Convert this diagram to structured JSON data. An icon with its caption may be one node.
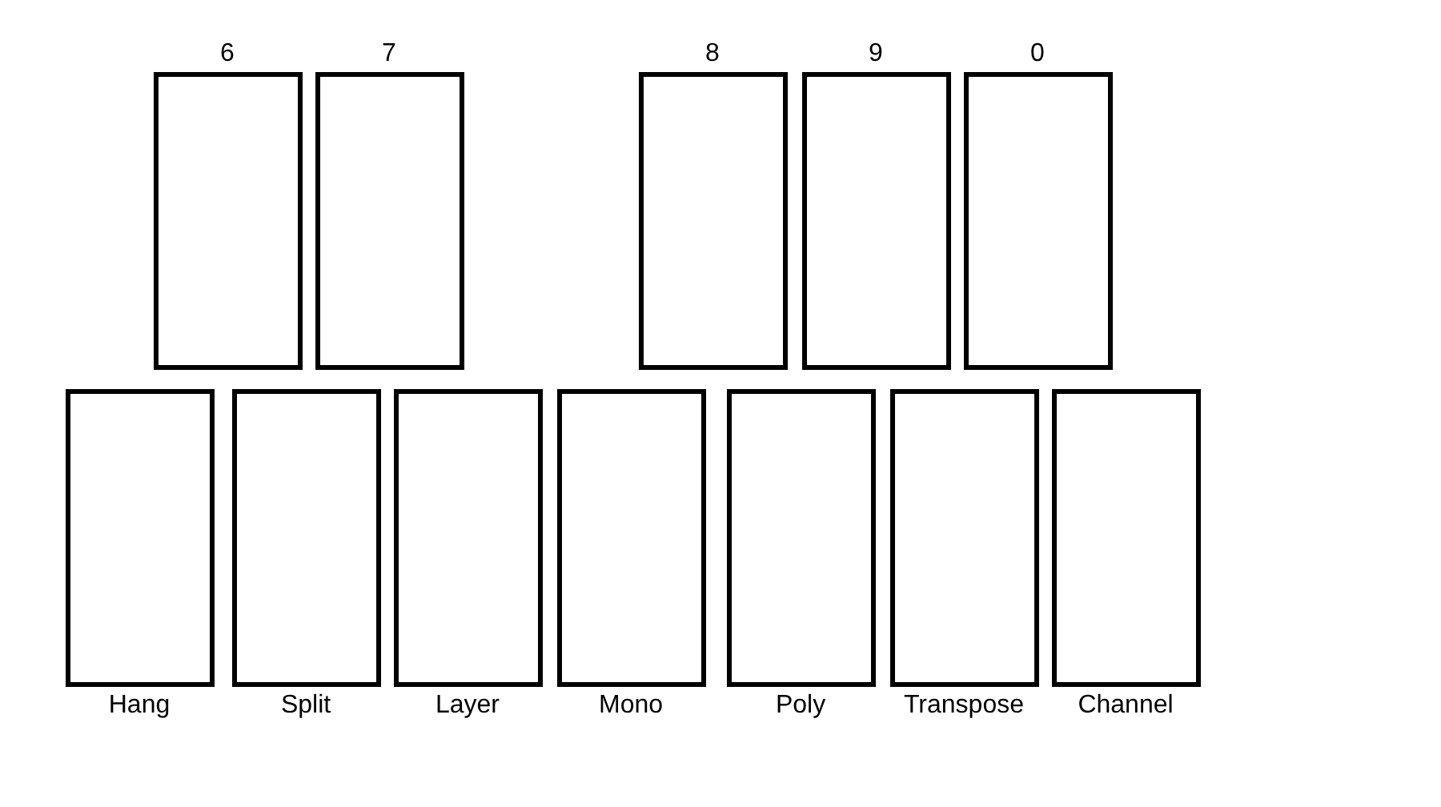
{
  "diagram": {
    "nodes": [
      {
        "text": [
          "6"
        ]
      },
      {
        "text": [
          "7"
        ]
      },
      {
        "text": [
          "8"
        ]
      },
      {
        "text": [
          "9"
        ]
      },
      {
        "text": [
          "0"
        ]
      },
      {
        "text": [
          "Hang"
        ]
      },
      {
        "text": [
          "Split"
        ]
      },
      {
        "text": [
          "Layer"
        ]
      },
      {
        "text": [
          "Mono"
        ]
      },
      {
        "text": [
          "Poly"
        ]
      },
      {
        "text": [
          "Transpose"
        ]
      },
      {
        "text": [
          "Channel"
        ]
      }
    ]
  }
}
